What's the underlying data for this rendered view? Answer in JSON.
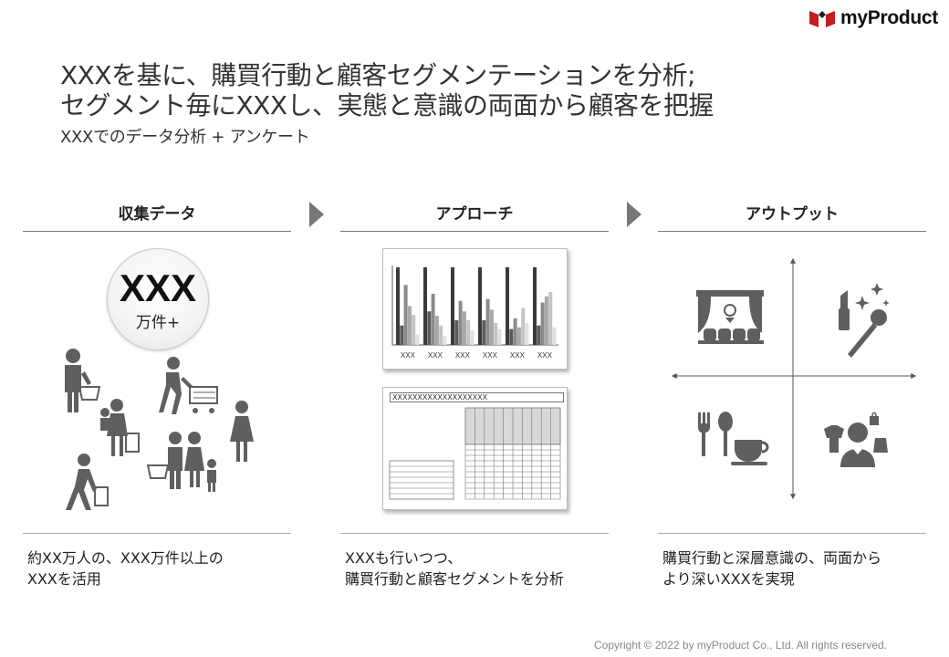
{
  "logo": {
    "text": "myProduct"
  },
  "title": {
    "line1": "XXXを基に、購買行動と顧客セグメンテーションを分析;",
    "line2": "セグメント毎にXXXし、実態と意識の両面から顧客を把握",
    "subtitle": "XXXでのデータ分析 + アンケート"
  },
  "columns": [
    {
      "heading": "収集データ",
      "desc_line1": "約XX万人の、XXX万件以上の",
      "desc_line2": "XXXを活用"
    },
    {
      "heading": "アプローチ",
      "desc_line1": "XXXも行いつつ、",
      "desc_line2": "購買行動と顧客セグメントを分析"
    },
    {
      "heading": "アウトプット",
      "desc_line1": "購買行動と深層意識の、両面から",
      "desc_line2": "より深いXXXを実現"
    }
  ],
  "badge": {
    "big": "XXX",
    "small": "万件+"
  },
  "chart_data": {
    "type": "bar",
    "categories": [
      "XXX",
      "XXX",
      "XXX",
      "XXX",
      "XXX",
      "XXX"
    ],
    "series": [
      {
        "values": [
          88,
          88,
          88,
          88,
          88,
          88
        ]
      },
      {
        "values": [
          22,
          38,
          28,
          28,
          18,
          22
        ]
      },
      {
        "values": [
          68,
          58,
          50,
          52,
          30,
          48
        ]
      },
      {
        "values": [
          44,
          33,
          38,
          40,
          20,
          55
        ]
      },
      {
        "values": [
          34,
          22,
          28,
          25,
          42,
          60
        ]
      },
      {
        "values": [
          12,
          10,
          16,
          18,
          25,
          20
        ]
      }
    ],
    "colors": [
      "#3a3a3a",
      "#5a5a5a",
      "#8a8a8a",
      "#a8a8a8",
      "#c4c4c4",
      "#e0e0e0"
    ]
  },
  "table": {
    "title": "XXXXXXXXXXXXXXXXXXX"
  },
  "copyright": "Copyright © 2022 by myProduct Co., Ltd.  All rights reserved."
}
